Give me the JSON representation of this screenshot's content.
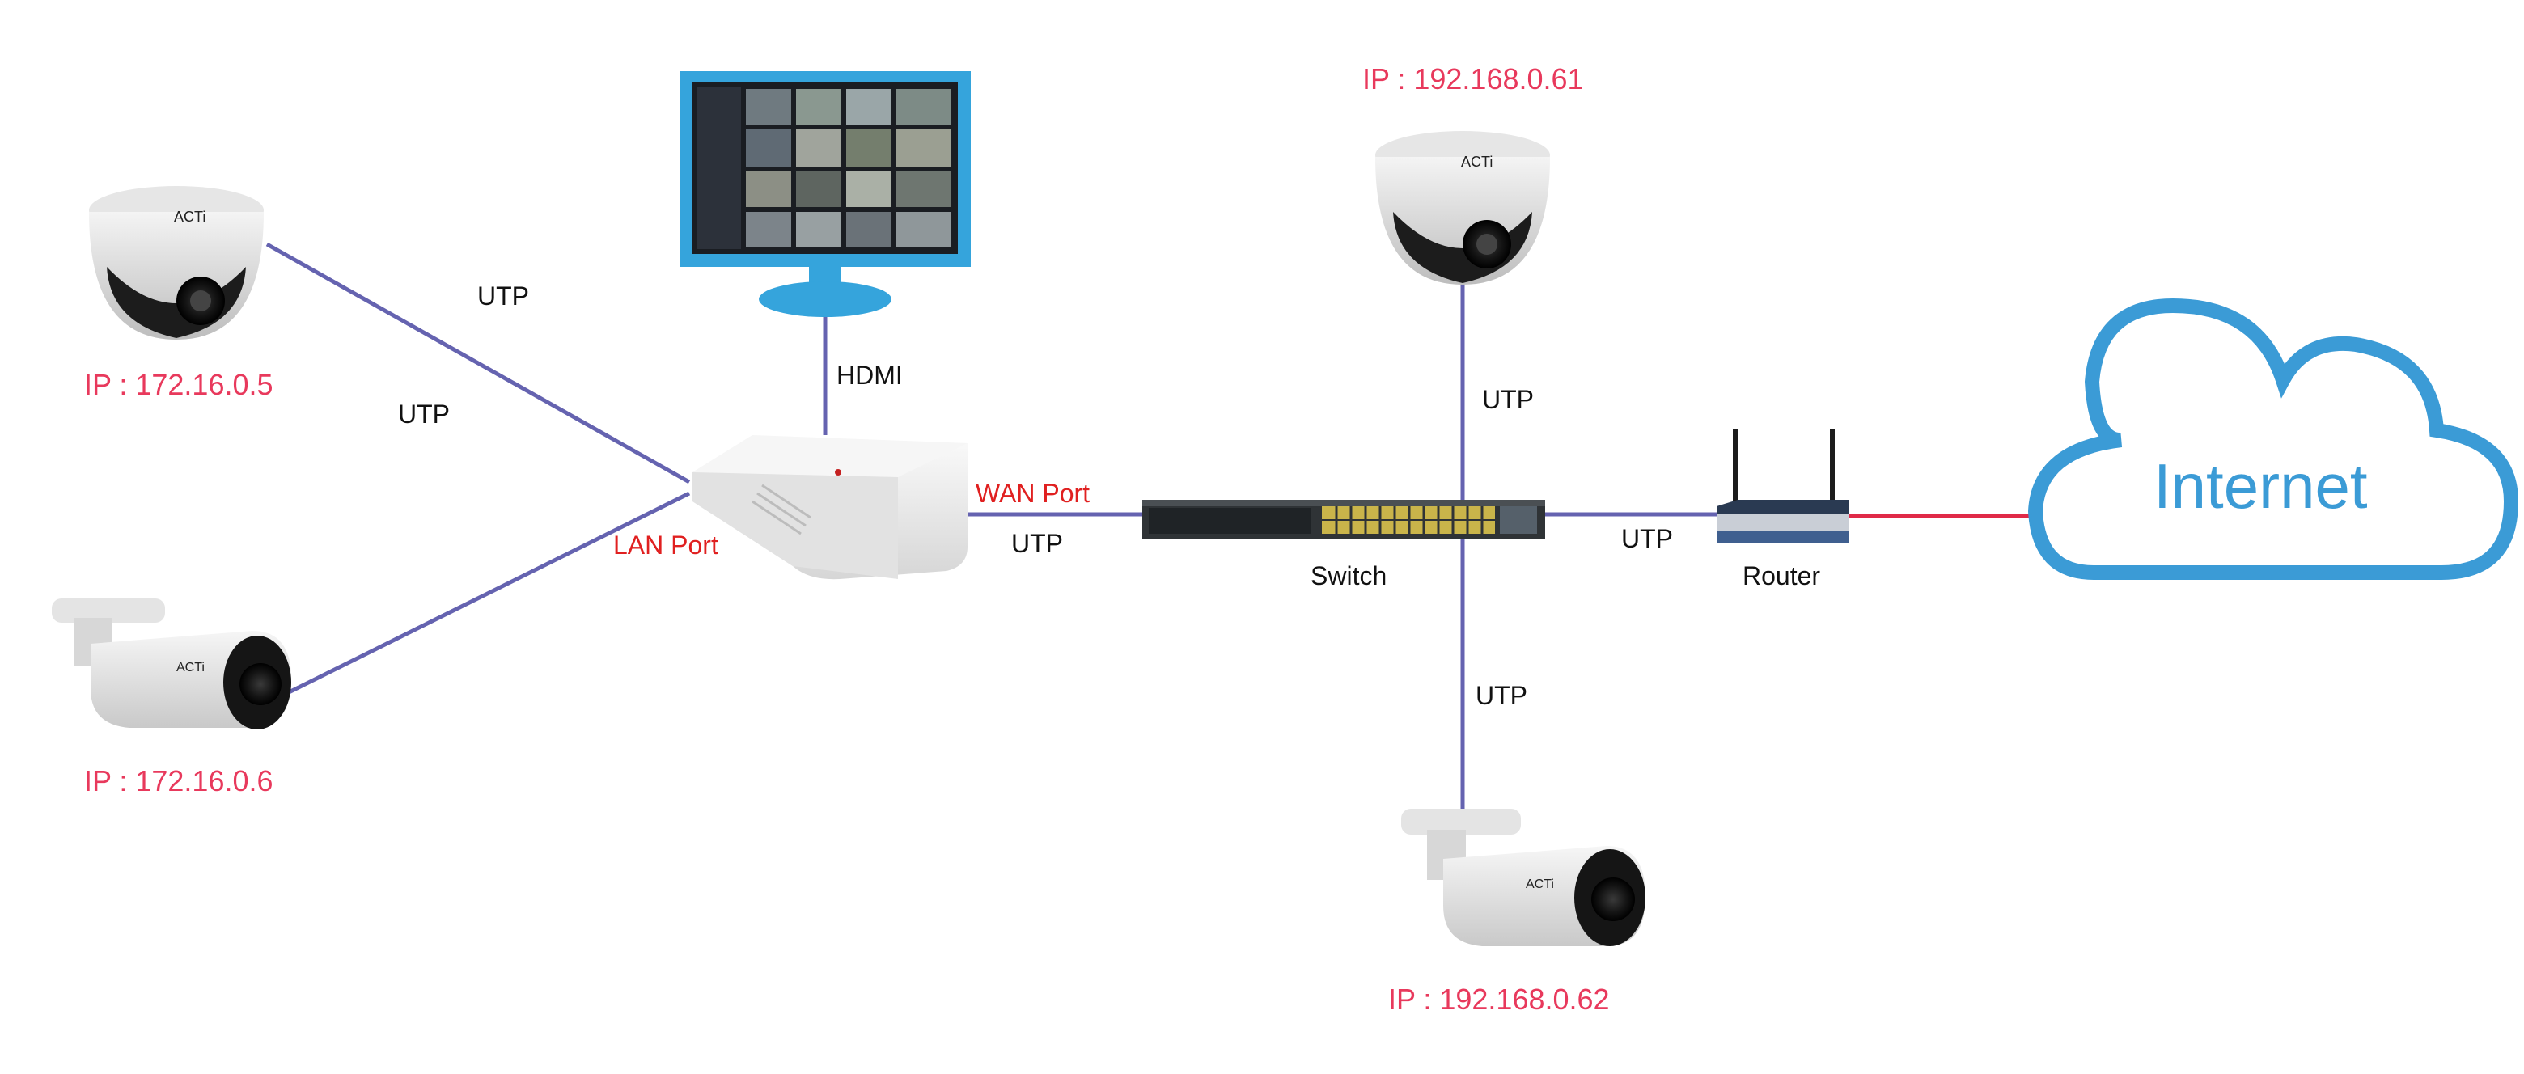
{
  "colors": {
    "link": "#6563b0",
    "internet_link": "#e02a48",
    "ip_text": "#e8395c",
    "port_text": "#e02020",
    "cloud": "#3b9bd6",
    "monitor_frame": "#35a4dc"
  },
  "cameras": {
    "dome_left": {
      "ip": "IP : 172.16.0.5",
      "brand": "ACTi",
      "icon": "dome-camera-icon"
    },
    "bullet_left": {
      "ip": "IP : 172.16.0.6",
      "brand": "ACTi",
      "icon": "bullet-camera-icon"
    },
    "dome_top": {
      "ip": "IP : 192.168.0.61",
      "brand": "ACTi",
      "icon": "dome-camera-icon"
    },
    "bullet_bottom": {
      "ip": "IP : 192.168.0.62",
      "brand": "ACTi",
      "icon": "bullet-camera-icon"
    }
  },
  "links": {
    "utp_1": "UTP",
    "utp_2": "UTP",
    "hdmi": "HDMI",
    "utp_wan": "UTP",
    "utp_top": "UTP",
    "utp_router": "UTP",
    "utp_bottom": "UTP"
  },
  "nvr": {
    "lan_port": "LAN Port",
    "wan_port": "WAN Port",
    "icon": "nvr-icon"
  },
  "monitor": {
    "icon": "monitor-icon"
  },
  "switch": {
    "label": "Switch",
    "icon": "switch-icon"
  },
  "router": {
    "label": "Router",
    "icon": "router-icon"
  },
  "internet": {
    "label": "Internet",
    "icon": "cloud-icon"
  }
}
